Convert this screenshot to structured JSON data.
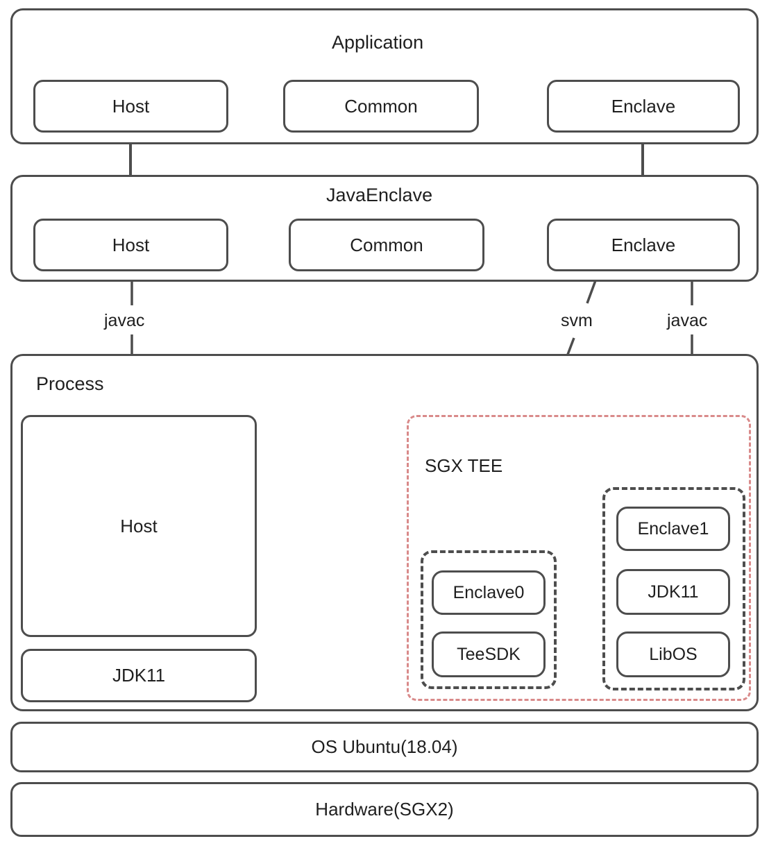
{
  "diagram": {
    "title_layers": [
      "Application",
      "JavaEnclave",
      "Process"
    ],
    "layers": [
      {
        "id": "application",
        "label": "Application",
        "nodes": [
          {
            "id": "app-host",
            "label": "Host"
          },
          {
            "id": "app-common",
            "label": "Common"
          },
          {
            "id": "app-enclave",
            "label": "Enclave"
          }
        ]
      },
      {
        "id": "javaenclave",
        "label": "JavaEnclave",
        "nodes": [
          {
            "id": "je-host",
            "label": "Host"
          },
          {
            "id": "je-common",
            "label": "Common"
          },
          {
            "id": "je-enclave",
            "label": "Enclave"
          }
        ]
      },
      {
        "id": "process",
        "label": "Process",
        "nodes": [
          {
            "id": "proc-host",
            "label": "Host"
          },
          {
            "id": "proc-jdk11",
            "label": "JDK11"
          }
        ],
        "tee": {
          "label": "SGX TEE",
          "color": "#d98a8a",
          "groups": [
            {
              "id": "enclave0-group",
              "nodes": [
                {
                  "id": "enclave0",
                  "label": "Enclave0"
                },
                {
                  "id": "teesdk",
                  "label": "TeeSDK"
                }
              ]
            },
            {
              "id": "enclave1-group",
              "nodes": [
                {
                  "id": "enclave1",
                  "label": "Enclave1"
                },
                {
                  "id": "enclave1-jdk11",
                  "label": "JDK11"
                },
                {
                  "id": "libos",
                  "label": "LibOS"
                }
              ]
            }
          ]
        }
      }
    ],
    "bars": [
      {
        "id": "os-bar",
        "label": "OS Ubuntu(18.04)"
      },
      {
        "id": "hardware-bar",
        "label": "Hardware(SGX2)"
      }
    ],
    "edge_labels": [
      {
        "id": "javac-left",
        "label": "javac"
      },
      {
        "id": "svm",
        "label": "svm"
      },
      {
        "id": "javac-right",
        "label": "javac"
      }
    ],
    "colors": {
      "stroke": "#4d4d4d",
      "text": "#1f1f1f",
      "tee_dashed": "#d98a8a",
      "background": "#ffffff"
    }
  }
}
